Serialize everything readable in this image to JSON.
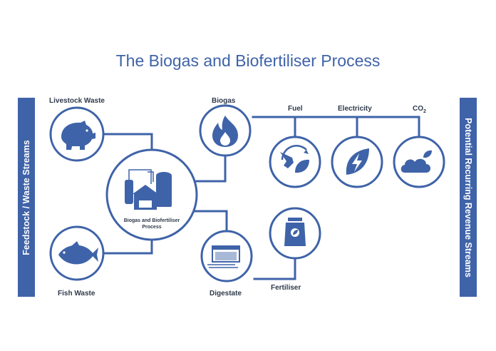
{
  "title": "The Biogas and Biofertiliser Process",
  "side_left": "Feedstock / Waste Streams",
  "side_right": "Potential Recurring Revenue Streams",
  "nodes": {
    "livestock_waste": "Livestock Waste",
    "fish_waste": "Fish Waste",
    "process_line1": "Biogas and Biofertiliser",
    "process_line2": "Process",
    "biogas": "Biogas",
    "digestate": "Digestate",
    "fuel": "Fuel",
    "electricity": "Electricity",
    "co2": "CO",
    "co2_sub": "2",
    "fertiliser": "Fertiliser"
  },
  "colors": {
    "primary": "#3f63a8",
    "label": "#2f3a4a",
    "background": "#ffffff"
  },
  "icons": [
    "pig-icon",
    "fish-icon",
    "biogas-plant-icon",
    "flame-icon",
    "digestate-tank-icon",
    "fuel-nozzle-leaf-icon",
    "lightning-leaf-icon",
    "co2-cloud-icon",
    "fertiliser-bag-icon"
  ]
}
